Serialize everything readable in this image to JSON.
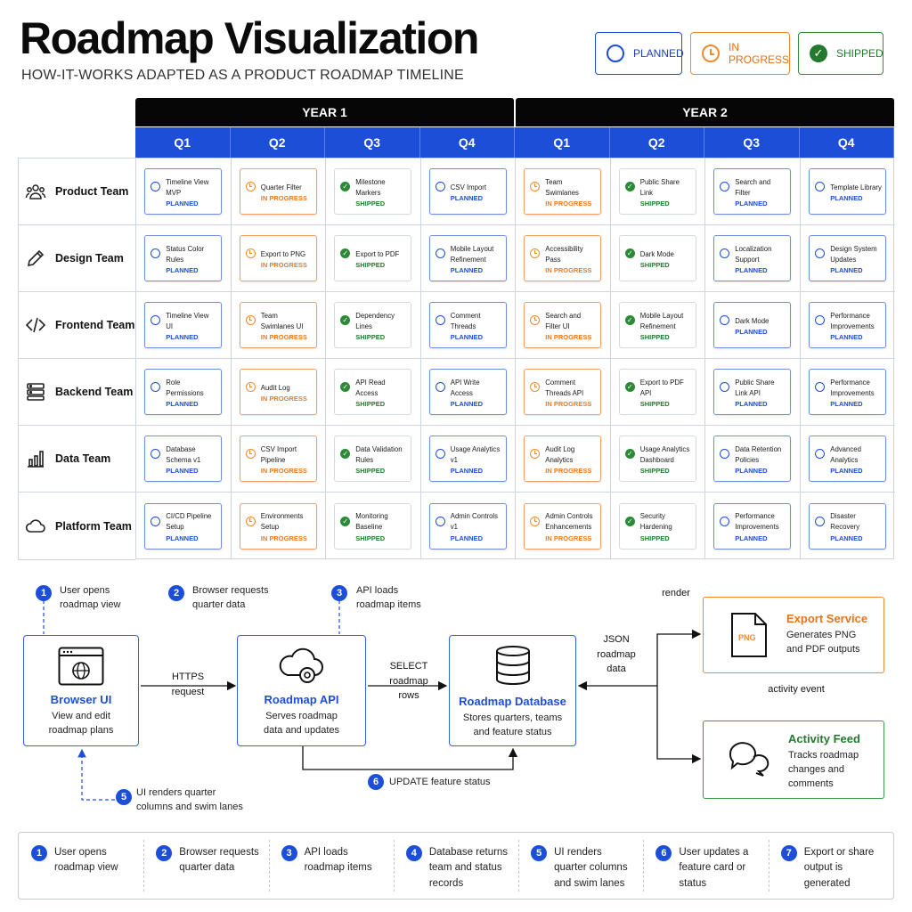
{
  "header": {
    "title": "Roadmap Visualization",
    "subtitle": "HOW-IT-WORKS ADAPTED AS A PRODUCT ROADMAP TIMELINE"
  },
  "legend": {
    "planned": "PLANNED",
    "in_progress": "IN PROGRESS",
    "shipped": "SHIPPED"
  },
  "colors": {
    "planned": "#1d4ed8",
    "in_progress": "#f08a33",
    "shipped": "#237a2f",
    "header": "#060606",
    "quarter_bar": "#1d4ed8"
  },
  "timeline": {
    "years": [
      "YEAR 1",
      "YEAR 2"
    ],
    "quarters": [
      "Q1",
      "Q2",
      "Q3",
      "Q4",
      "Q1",
      "Q2",
      "Q3",
      "Q4"
    ],
    "teams": [
      {
        "name": "Product Team",
        "icon": "team-icon",
        "cards": [
          {
            "title": "Timeline View MVP",
            "status": "PLANNED",
            "kind": "planned"
          },
          {
            "title": "Quarter Filter",
            "status": "IN PROGRESS",
            "kind": "progress"
          },
          {
            "title": "Milestone Markers",
            "status": "SHIPPED",
            "kind": "shipped"
          },
          {
            "title": "CSV Import",
            "status": "PLANNED",
            "kind": "planned"
          },
          {
            "title": "Team Swimlanes",
            "status": "IN PROGRESS",
            "kind": "progress"
          },
          {
            "title": "Public Share Link",
            "status": "SHIPPED",
            "kind": "shipped"
          },
          {
            "title": "Search and Filter",
            "status": "PLANNED",
            "kind": "planned"
          },
          {
            "title": "Template Library",
            "status": "PLANNED",
            "kind": "planned"
          }
        ]
      },
      {
        "name": "Design Team",
        "icon": "pencil-icon",
        "cards": [
          {
            "title": "Status Color Rules",
            "status": "PLANNED",
            "kind": "planned"
          },
          {
            "title": "Export to PNG",
            "status": "IN PROGRESS",
            "kind": "progress"
          },
          {
            "title": "Export to PDF",
            "status": "SHIPPED",
            "kind": "shipped"
          },
          {
            "title": "Mobile Layout Refinement",
            "status": "PLANNED",
            "kind": "planned"
          },
          {
            "title": "Accessibility Pass",
            "status": "IN PROGRESS",
            "kind": "progress"
          },
          {
            "title": "Dark Mode",
            "status": "SHIPPED",
            "kind": "shipped"
          },
          {
            "title": "Localization Support",
            "status": "PLANNED",
            "kind": "planned"
          },
          {
            "title": "Design System Updates",
            "status": "PLANNED",
            "kind": "planned"
          }
        ]
      },
      {
        "name": "Frontend Team",
        "icon": "code-icon",
        "cards": [
          {
            "title": "Timeline View UI",
            "status": "PLANNED",
            "kind": "planned"
          },
          {
            "title": "Team Swimlanes UI",
            "status": "IN PROGRESS",
            "kind": "progress"
          },
          {
            "title": "Dependency Lines",
            "status": "SHIPPED",
            "kind": "shipped"
          },
          {
            "title": "Comment Threads",
            "status": "PLANNED",
            "kind": "planned"
          },
          {
            "title": "Search and Filter UI",
            "status": "IN PROGRESS",
            "kind": "progress"
          },
          {
            "title": "Mobile Layout Refinement",
            "status": "SHIPPED",
            "kind": "shipped"
          },
          {
            "title": "Dark Mode",
            "status": "PLANNED",
            "kind": "planned"
          },
          {
            "title": "Performance Improvements",
            "status": "PLANNED",
            "kind": "planned"
          }
        ]
      },
      {
        "name": "Backend Team",
        "icon": "server-icon",
        "cards": [
          {
            "title": "Role Permissions",
            "status": "PLANNED",
            "kind": "planned"
          },
          {
            "title": "Audit Log",
            "status": "IN PROGRESS",
            "kind": "progress"
          },
          {
            "title": "API Read Access",
            "status": "SHIPPED",
            "kind": "shipped"
          },
          {
            "title": "API Write Access",
            "status": "PLANNED",
            "kind": "planned"
          },
          {
            "title": "Comment Threads API",
            "status": "IN PROGRESS",
            "kind": "progress"
          },
          {
            "title": "Export to PDF API",
            "status": "SHIPPED",
            "kind": "shipped"
          },
          {
            "title": "Public Share Link API",
            "status": "PLANNED",
            "kind": "planned"
          },
          {
            "title": "Performance Improvements",
            "status": "PLANNED",
            "kind": "planned"
          }
        ]
      },
      {
        "name": "Data Team",
        "icon": "bar-chart-icon",
        "cards": [
          {
            "title": "Database Schema v1",
            "status": "PLANNED",
            "kind": "planned"
          },
          {
            "title": "CSV Import Pipeline",
            "status": "IN PROGRESS",
            "kind": "progress"
          },
          {
            "title": "Data Validation Rules",
            "status": "SHIPPED",
            "kind": "shipped"
          },
          {
            "title": "Usage Analytics v1",
            "status": "PLANNED",
            "kind": "planned"
          },
          {
            "title": "Audit Log Analytics",
            "status": "IN PROGRESS",
            "kind": "progress"
          },
          {
            "title": "Usage Analytics Dashboard",
            "status": "SHIPPED",
            "kind": "shipped"
          },
          {
            "title": "Data Retention Policies",
            "status": "PLANNED",
            "kind": "planned"
          },
          {
            "title": "Advanced Analytics",
            "status": "PLANNED",
            "kind": "planned"
          }
        ]
      },
      {
        "name": "Platform Team",
        "icon": "cloud-icon",
        "cards": [
          {
            "title": "CI/CD Pipeline Setup",
            "status": "PLANNED",
            "kind": "planned"
          },
          {
            "title": "Environments Setup",
            "status": "IN PROGRESS",
            "kind": "progress"
          },
          {
            "title": "Monitoring Baseline",
            "status": "SHIPPED",
            "kind": "shipped"
          },
          {
            "title": "Admin Controls v1",
            "status": "PLANNED",
            "kind": "planned"
          },
          {
            "title": "Admin Controls Enhancements",
            "status": "IN PROGRESS",
            "kind": "progress"
          },
          {
            "title": "Security Hardening",
            "status": "SHIPPED",
            "kind": "shipped"
          },
          {
            "title": "Performance Improvements",
            "status": "PLANNED",
            "kind": "planned"
          },
          {
            "title": "Disaster Recovery",
            "status": "PLANNED",
            "kind": "planned"
          }
        ]
      }
    ]
  },
  "flow": {
    "steps_top": [
      {
        "num": "1",
        "text": "User opens roadmap view"
      },
      {
        "num": "2",
        "text": "Browser requests quarter data"
      },
      {
        "num": "3",
        "text": "API loads roadmap items"
      },
      {
        "num": "5",
        "text": "UI renders quarter columns and swim lanes"
      },
      {
        "num": "6",
        "text": "UPDATE feature status"
      }
    ],
    "nodes": {
      "browser": {
        "title": "Browser UI",
        "desc": "View and edit roadmap plans"
      },
      "api": {
        "title": "Roadmap API",
        "desc": "Serves roadmap data and updates"
      },
      "db": {
        "title": "Roadmap Database",
        "desc": "Stores quarters, teams and feature status"
      },
      "export": {
        "title": "Export Service",
        "desc": "Generates PNG and PDF outputs",
        "badge": "PNG"
      },
      "activity": {
        "title": "Activity Feed",
        "desc": "Tracks roadmap changes and comments"
      }
    },
    "edge_labels": {
      "https": "HTTPS request",
      "select": "SELECT roadmap rows",
      "json": "JSON roadmap data",
      "render": "render",
      "activity": "activity event"
    }
  },
  "bottom_steps": [
    {
      "num": "1",
      "text": "User opens roadmap view"
    },
    {
      "num": "2",
      "text": "Browser requests quarter data"
    },
    {
      "num": "3",
      "text": "API loads roadmap items"
    },
    {
      "num": "4",
      "text": "Database returns team and status records"
    },
    {
      "num": "5",
      "text": "UI renders quarter columns and swim lanes"
    },
    {
      "num": "6",
      "text": "User updates a feature card or status"
    },
    {
      "num": "7",
      "text": "Export or share output is generated"
    }
  ]
}
